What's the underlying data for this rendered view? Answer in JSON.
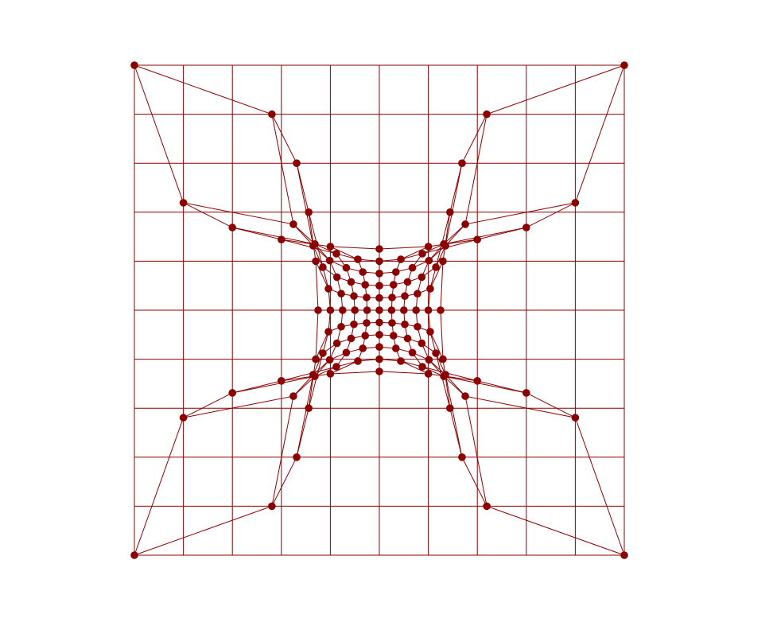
{
  "diagram": {
    "kind": "warped-grid-over-reference-grid",
    "reference_grid": {
      "cells_x": 10,
      "cells_y": 10,
      "x_range": [
        -1,
        1
      ],
      "y_range": [
        -1,
        1
      ]
    },
    "warped_mesh": {
      "nodes_per_side": 11,
      "corner_nodes_fixed": true,
      "warp": "pincushion-toward-center"
    },
    "colors": {
      "background": "#ffffff",
      "grid_line": "#8b0000",
      "mesh_line": "#8b0000",
      "node": "#8b0000"
    }
  }
}
